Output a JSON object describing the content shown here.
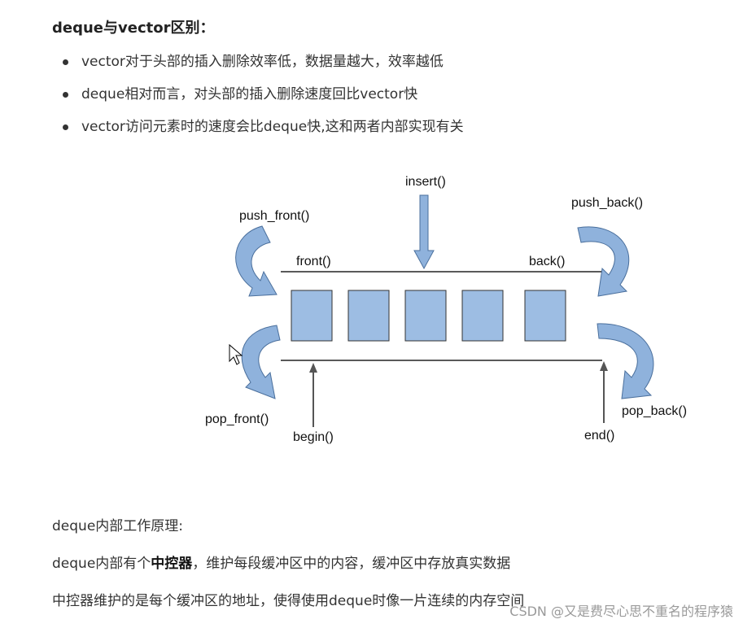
{
  "heading": "deque与vector区别：",
  "bullets": [
    "vector对于头部的插入删除效率低，数据量越大，效率越低",
    "deque相对而言，对头部的插入删除速度回比vector快",
    "vector访问元素时的速度会比deque快,这和两者内部实现有关"
  ],
  "diagram": {
    "labels": {
      "insert": "insert()",
      "push_front": "push_front()",
      "push_back": "push_back()",
      "front": "front()",
      "back": "back()",
      "pop_front": "pop_front()",
      "pop_back": "pop_back()",
      "begin": "begin()",
      "end": "end()"
    },
    "block_count": 5,
    "block_color": "#9dbde3",
    "arrow_color": "#8fb2dc"
  },
  "paragraphs": {
    "p1": "deque内部工作原理:",
    "p2_pre": "deque内部有个",
    "p2_bold": "中控器",
    "p2_post": "，维护每段缓冲区中的内容，缓冲区中存放真实数据",
    "p3": "中控器维护的是每个缓冲区的地址，使得使用deque时像一片连续的内存空间"
  },
  "watermark": "CSDN @又是费尽心思不重名的程序猿"
}
